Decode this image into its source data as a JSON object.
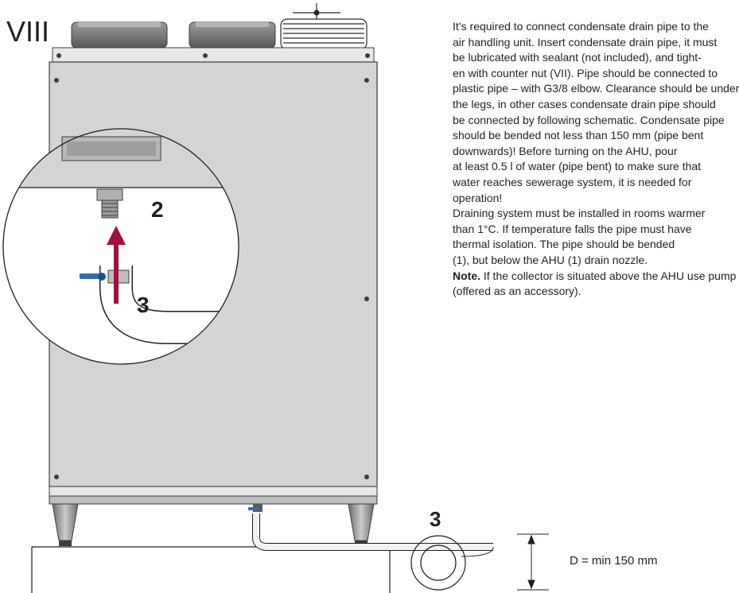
{
  "figure": {
    "section_label": "VIII",
    "callout_number_2": "2",
    "callout_number_3": "3",
    "pipe_number_3": "3",
    "dimension_label": "D = min 150 mm"
  },
  "instructions": {
    "lines": [
      "It’s required to connect condensate drain pipe to the",
      "air handling unit.  Insert condensate drain pipe, it must",
      "be lubricated with sealant (not included), and tight-",
      "en with counter nut (VII). Pipe should be connected to",
      "plastic pipe – with G3/8 elbow. Clearance should be under",
      "the legs, in other cases condensate drain pipe should",
      "be connected by following schematic. Condensate pipe",
      "should be bended not less than 150 mm (pipe bent",
      "downwards)! Before turning on the AHU, pour",
      "at least 0.5 l of water (pipe bent) to make sure that",
      "water reaches sewerage system, it is needed for",
      "operation!",
      "Draining system must be installed in rooms warmer",
      "than 1°C. If temperature falls the pipe must have",
      "thermal isolation. The pipe should be bended",
      "(1), but below the AHU (1) drain nozzle."
    ],
    "note_label": "Note.",
    "note_text": " If the collector is situated above the AHU use pump",
    "note_line2": "(offered as an accessory)."
  }
}
